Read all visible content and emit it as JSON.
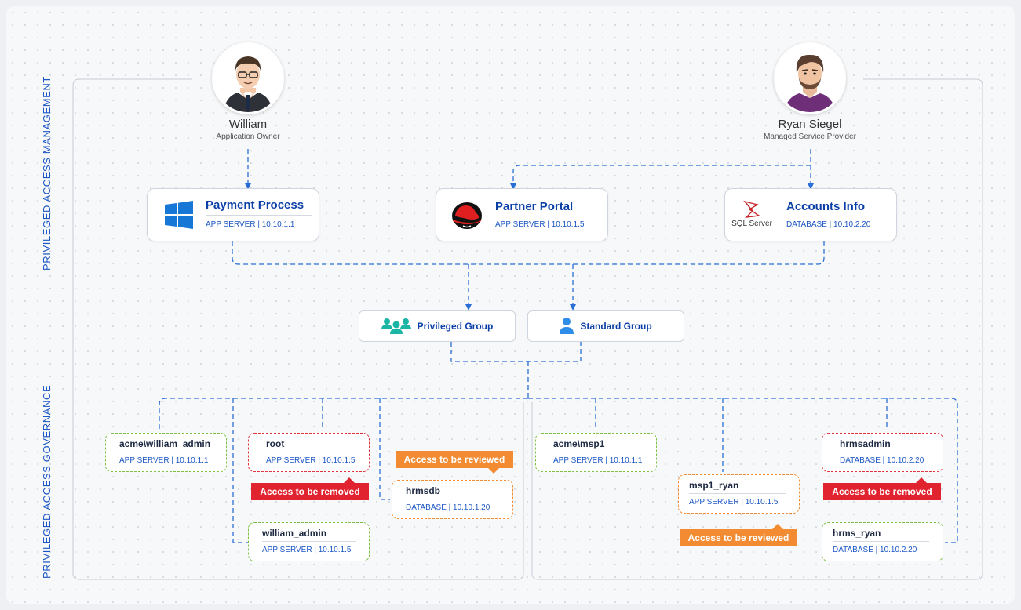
{
  "sections": {
    "management": "PRIVILEGED ACCESS MANAGEMENT",
    "governance": "PRIVILEGED ACCESS GOVERNANCE"
  },
  "people": {
    "william": {
      "name": "William",
      "role": "Application Owner",
      "icon": "businessman-avatar-icon"
    },
    "ryan": {
      "name": "Ryan Siegel",
      "role": "Managed Service Provider",
      "icon": "bearded-man-avatar-icon"
    }
  },
  "apps": {
    "payment": {
      "title": "Payment Process",
      "meta": "APP SERVER | 10.10.1.1",
      "icon": "windows-logo-icon"
    },
    "partner": {
      "title": "Partner Portal",
      "meta": "APP SERVER | 10.10.1.5",
      "icon": "redhat-logo-icon"
    },
    "accounts": {
      "title": "Accounts Info",
      "meta": "DATABASE | 10.10.2.20",
      "icon": "sql-server-logo-icon",
      "logo_text": "SQL Server"
    }
  },
  "groups": {
    "privileged": {
      "label": "Privileged Group",
      "icon": "group-users-icon"
    },
    "standard": {
      "label": "Standard Group",
      "icon": "single-user-icon"
    }
  },
  "accounts": {
    "acme_william_admin": {
      "name": "acme\\william_admin",
      "meta": "APP SERVER | 10.10.1.1",
      "status": "ok"
    },
    "root": {
      "name": "root",
      "meta": "APP SERVER | 10.10.1.5",
      "status": "remove"
    },
    "william_admin": {
      "name": "william_admin",
      "meta": "APP SERVER | 10.10.1.5",
      "status": "ok"
    },
    "hrmsdb": {
      "name": "hrmsdb",
      "meta": "DATABASE | 10.10.1.20",
      "status": "review"
    },
    "acme_msp1": {
      "name": "acme\\msp1",
      "meta": "APP SERVER | 10.10.1.1",
      "status": "ok"
    },
    "msp1_ryan": {
      "name": "msp1_ryan",
      "meta": "APP SERVER | 10.10.1.5",
      "status": "review"
    },
    "hrmsadmin": {
      "name": "hrmsadmin",
      "meta": "DATABASE | 10.10.2.20",
      "status": "remove"
    },
    "hrms_ryan": {
      "name": "hrms_ryan",
      "meta": "DATABASE | 10.10.2.20",
      "status": "ok"
    }
  },
  "tags": {
    "remove": "Access to be removed",
    "review": "Access to be reviewed"
  },
  "colors": {
    "accent_blue": "#1a56c4",
    "title_blue": "#0b3fa8",
    "ok_green": "#7bc043",
    "remove_red": "#e0232e",
    "review_orange": "#f28b32",
    "connector_blue": "#2a6fd6"
  }
}
